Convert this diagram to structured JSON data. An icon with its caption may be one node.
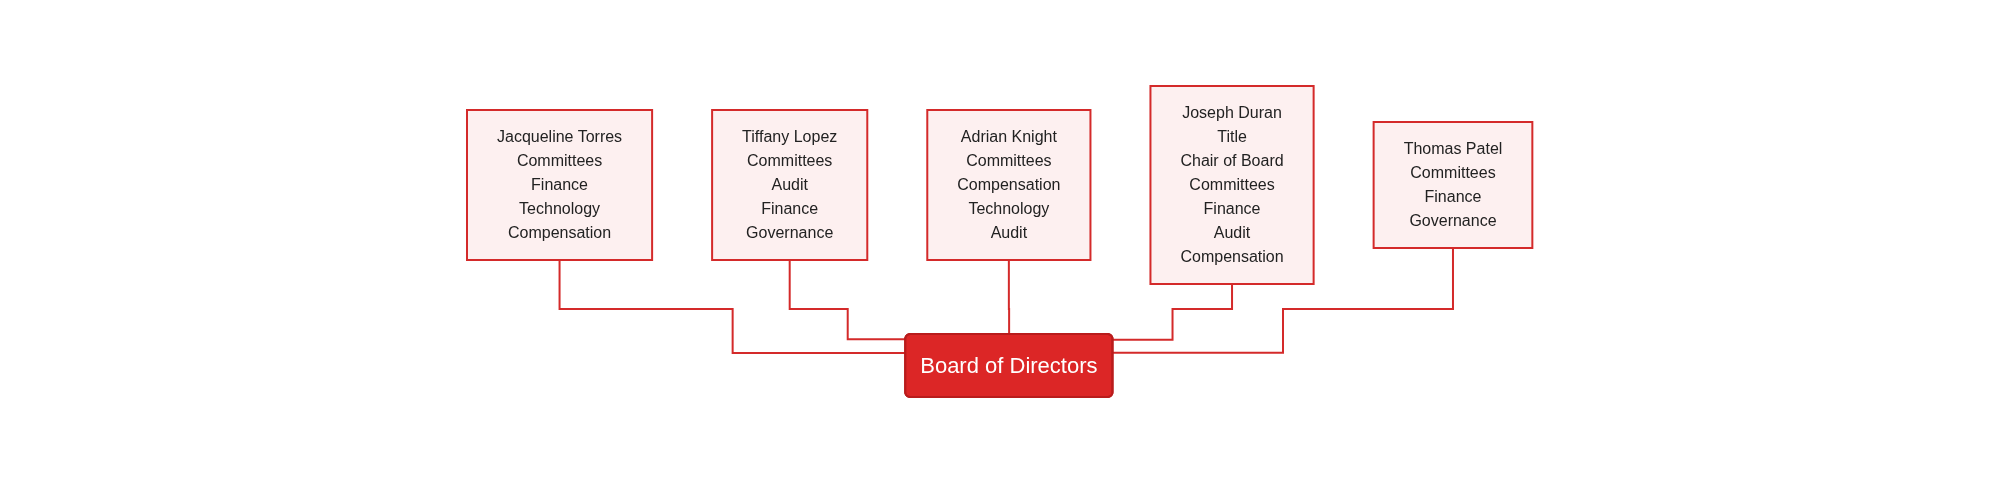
{
  "diagram": {
    "nodes": [
      {
        "text": [
          "Jacqueline Torres",
          "Committees",
          "Finance",
          "Technology",
          "Compensation"
        ]
      },
      {
        "text": [
          "Tiffany Lopez",
          "Committees",
          "Audit",
          "Finance",
          "Governance"
        ]
      },
      {
        "text": [
          "Adrian Knight",
          "Committees",
          "Compensation",
          "Technology",
          "Audit"
        ]
      },
      {
        "text": [
          "Joseph Duran",
          "Title",
          "Chair of Board",
          "Committees",
          "Finance",
          "Audit",
          "Compensation"
        ]
      },
      {
        "text": [
          "Thomas Patel",
          "Committees",
          "Finance",
          "Governance"
        ]
      },
      {
        "text": [
          "Board of Directors"
        ]
      }
    ],
    "edges": [
      {
        "from": 5,
        "to": 0,
        "arrow": "none"
      },
      {
        "from": 5,
        "to": 1,
        "arrow": "none"
      },
      {
        "from": 5,
        "to": 2,
        "arrow": "none"
      },
      {
        "from": 5,
        "to": 3,
        "arrow": "none"
      },
      {
        "from": 5,
        "to": 4,
        "arrow": "none"
      }
    ]
  }
}
